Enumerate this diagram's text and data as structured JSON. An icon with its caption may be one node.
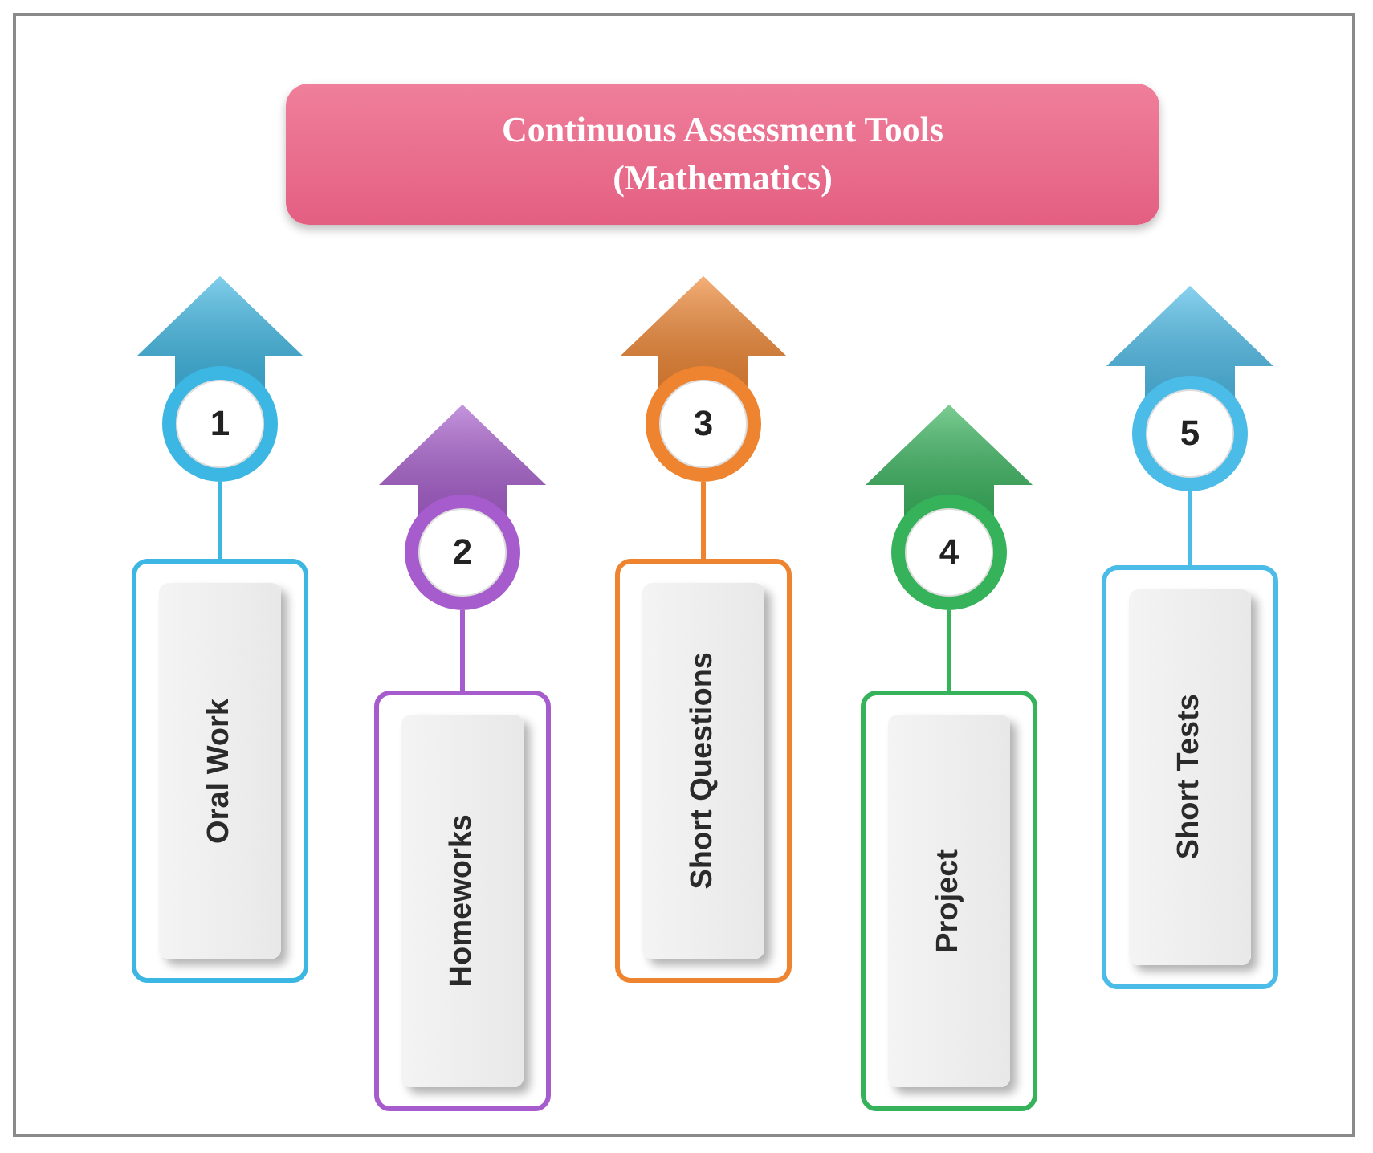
{
  "diagram": {
    "nodes": [
      {
        "text": [
          "Continuous Assessment Tools (Mathematics)"
        ]
      },
      {
        "text": [
          "1"
        ]
      },
      {
        "text": [
          "Oral Work"
        ]
      },
      {
        "text": [
          "2"
        ]
      },
      {
        "text": [
          "Homeworks"
        ]
      },
      {
        "text": [
          "3"
        ]
      },
      {
        "text": [
          "Short Questions"
        ]
      },
      {
        "text": [
          "4"
        ]
      },
      {
        "text": [
          "Project"
        ]
      },
      {
        "text": [
          "5"
        ]
      },
      {
        "text": [
          "Short Tests"
        ]
      }
    ],
    "edges": [
      {
        "from": 1,
        "to": 2,
        "arrow": "none",
        "color": "#3cb6e2"
      },
      {
        "from": 3,
        "to": 4,
        "arrow": "none",
        "color": "#a65ccc"
      },
      {
        "from": 5,
        "to": 6,
        "arrow": "none",
        "color": "#ee8430"
      },
      {
        "from": 7,
        "to": 8,
        "arrow": "none",
        "color": "#35b25a"
      },
      {
        "from": 9,
        "to": 10,
        "arrow": "none",
        "color": "#4bbbe8"
      }
    ]
  }
}
